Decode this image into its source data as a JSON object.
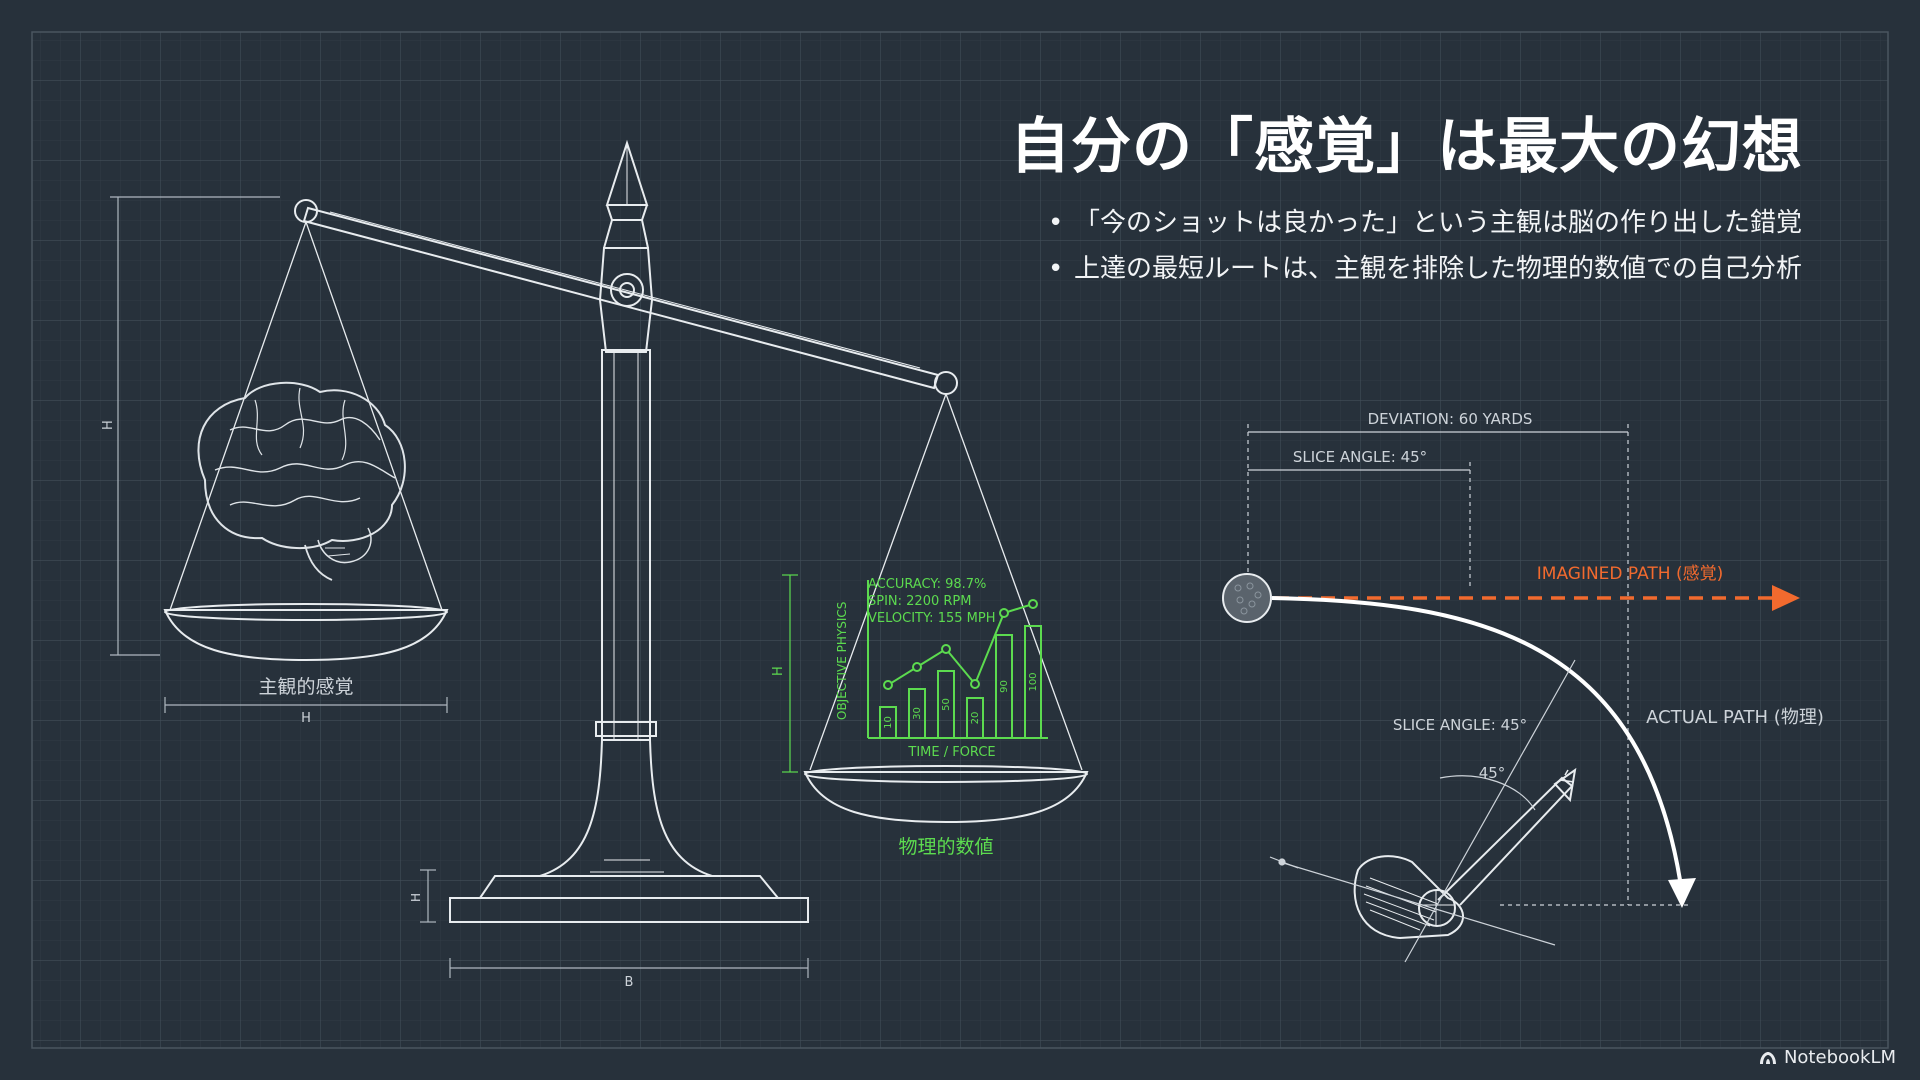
{
  "slide": {
    "title": "自分の「感覚」は最大の幻想",
    "bullets": [
      "「今のショットは良かった」という主観は脳の作り出した錯覚",
      "上達の最短ルートは、主観を排除した物理的数値での自己分析"
    ]
  },
  "scale": {
    "left_pan_label": "主観的感覚",
    "right_pan_label": "物理的数値",
    "dim_h": "H",
    "dim_b": "B"
  },
  "physics_panel": {
    "metrics": [
      "ACCURACY: 98.7%",
      "SPIN: 2200 RPM",
      "VELOCITY: 155 MPH"
    ],
    "y_label": "OBJECTIVE PHYSICS",
    "x_label": "TIME / FORCE",
    "bar_labels": [
      "10",
      "30",
      "50",
      "20",
      "90",
      "100"
    ],
    "bar_values": [
      10,
      30,
      50,
      20,
      90,
      100
    ]
  },
  "golf": {
    "deviation_label": "DEVIATION: 60 YARDS",
    "slice_angle_top": "SLICE ANGLE: 45°",
    "slice_angle_club": "SLICE ANGLE: 45°",
    "angle_value": "45°",
    "imagined_path": "IMAGINED PATH (感覚)",
    "actual_path": "ACTUAL PATH (物理)"
  },
  "brand": {
    "name": "NotebookLM"
  },
  "colors": {
    "background": "#27313b",
    "line": "#e8ecef",
    "grid": "#3b4651",
    "accent_green": "#5cdb4f",
    "accent_orange": "#f26a2e"
  }
}
